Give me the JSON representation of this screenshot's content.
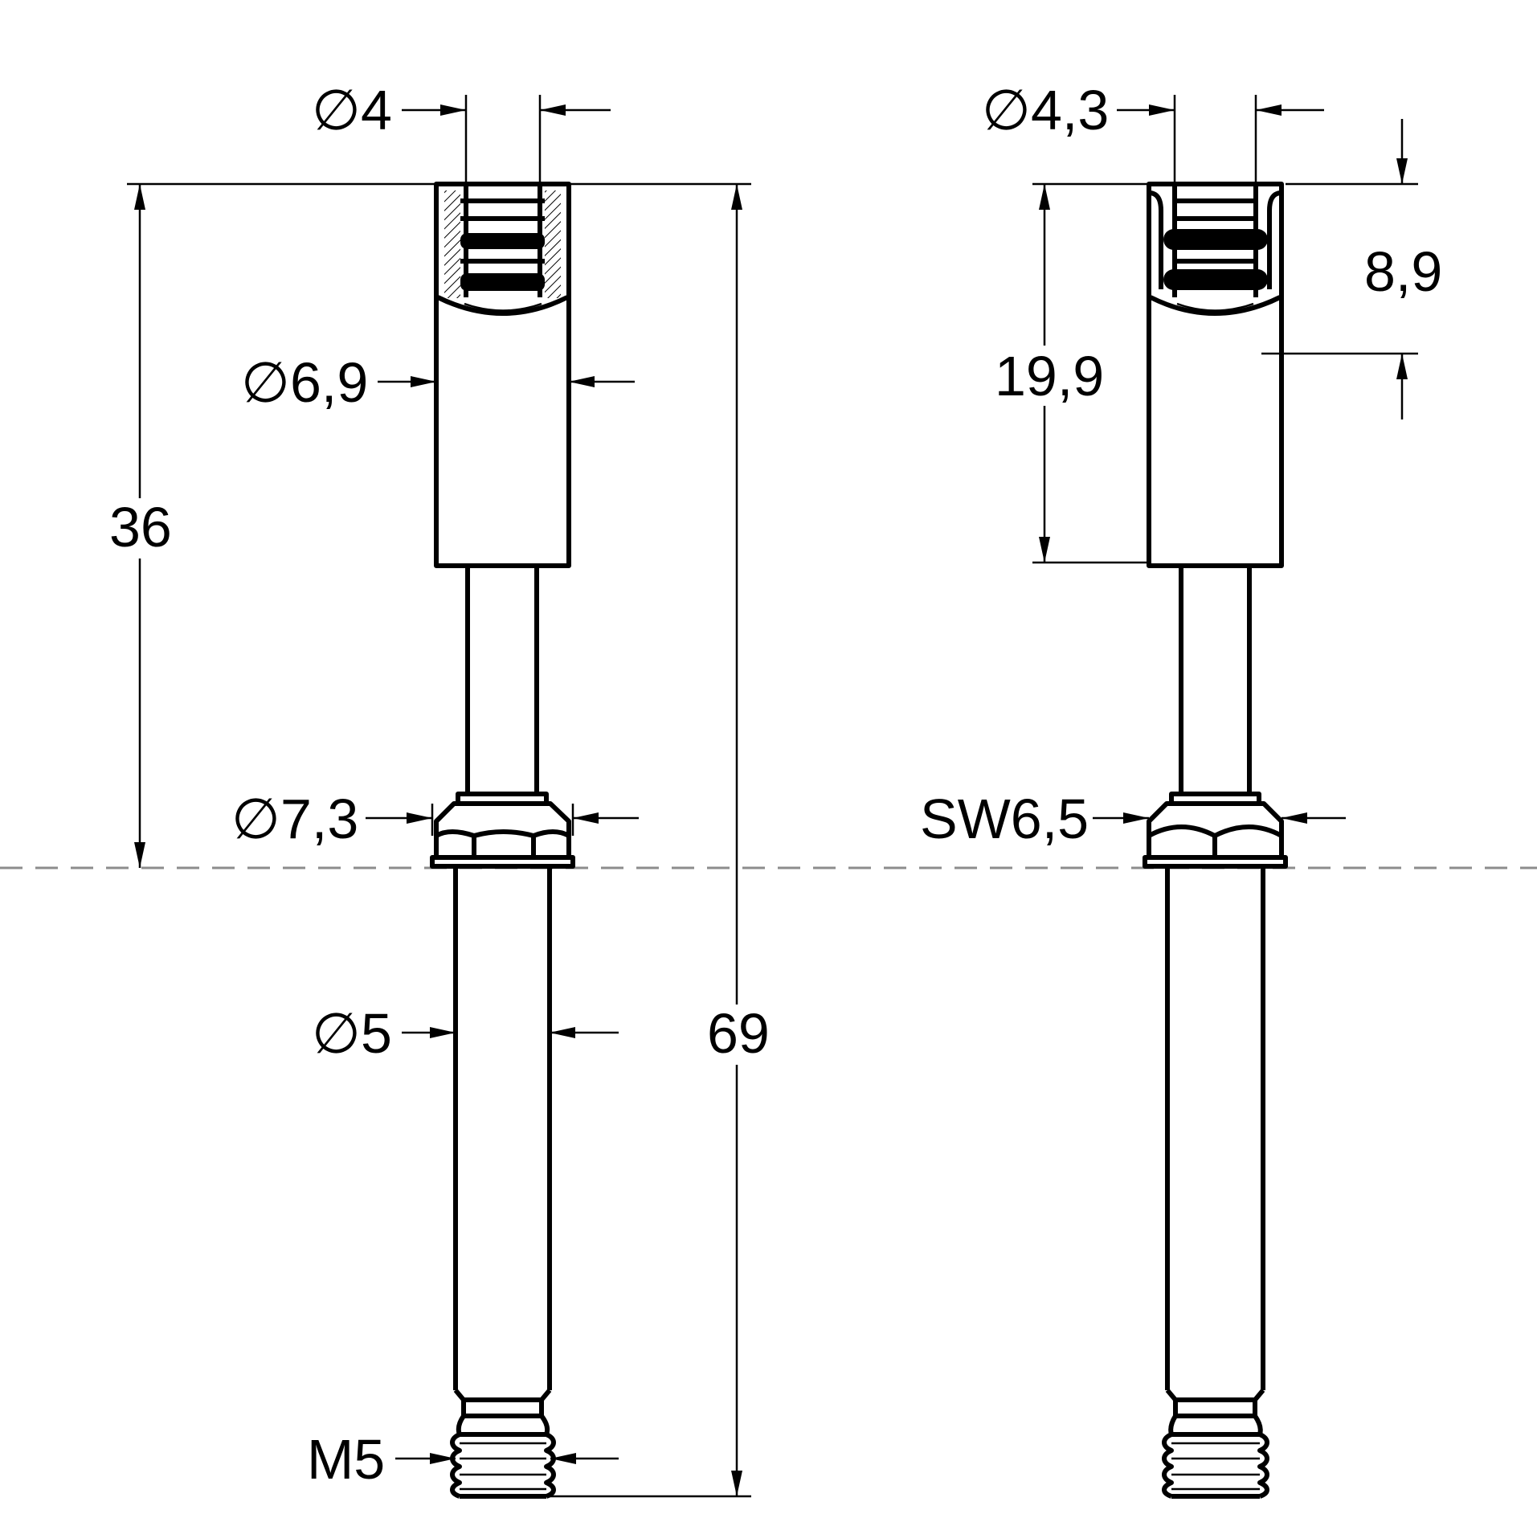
{
  "drawing": {
    "left_view": {
      "dim_bore": "∅4",
      "dim_head": "∅6,9",
      "dim_collar": "∅7,3",
      "dim_shank": "∅5",
      "dim_thread": "M5",
      "dim_height_upper": "36",
      "dim_height_total": "69"
    },
    "right_view": {
      "dim_bore": "∅4,3",
      "dim_head_length": "19,9",
      "dim_slot_depth": "8,9",
      "dim_wrench": "SW6,5"
    },
    "colors": {
      "line": "#000000",
      "centerline": "#8c8c8c",
      "background": "#ffffff"
    }
  }
}
